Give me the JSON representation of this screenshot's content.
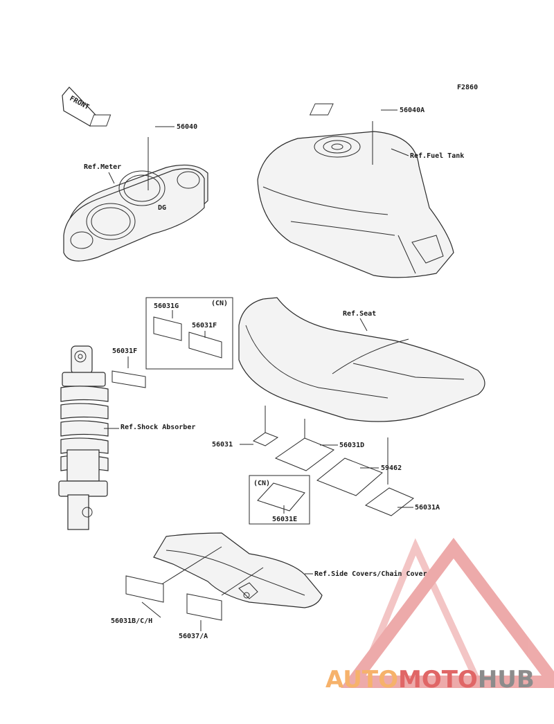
{
  "figure_code": "F2860",
  "front_arrow": "FRONT",
  "references": {
    "meter": "Ref.Meter",
    "fuel_tank": "Ref.Fuel Tank",
    "seat": "Ref.Seat",
    "shock_absorber": "Ref.Shock Absorber",
    "side_covers": "Ref.Side Covers/Chain Cover"
  },
  "parts": {
    "p56040": "56040",
    "p56040A": "56040A",
    "p56031G": "56031G",
    "p56031F_box": "56031F",
    "p56031F": "56031F",
    "p56031": "56031",
    "p56031D": "56031D",
    "p59462": "59462",
    "p56031A": "56031A",
    "p56031E": "56031E",
    "p56031BCH": "56031B/C/H",
    "p56037A": "56037/A"
  },
  "box_tags": {
    "cn_top": "(CN)",
    "cn_bottom": "(CN)"
  },
  "watermark": {
    "part1": "AUTO",
    "part2": "MOTO",
    "part3": "HUB",
    "color_orange": "#f6b26b",
    "color_red": "#e06666",
    "color_grey": "#8c8c8c"
  }
}
